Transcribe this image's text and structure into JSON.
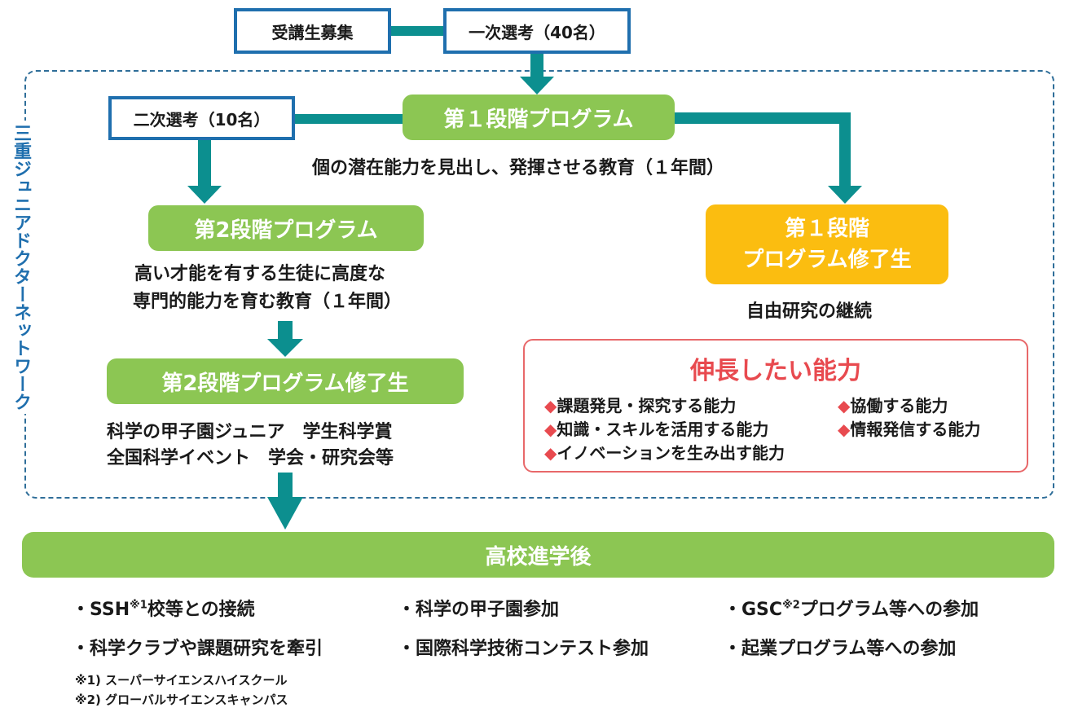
{
  "top": {
    "recruit": "受講生募集",
    "first_selection": "一次選考（40名）"
  },
  "network_label": "三重ジュニアドクターネットワーク",
  "second_selection": "二次選考（10名）",
  "stage1": {
    "title": "第１段階プログラム",
    "desc": "個の潜在能力を見出し、発揮させる教育（１年間）"
  },
  "stage2": {
    "title": "第2段階プログラム",
    "desc_line1": "高い才能を有する生徒に高度な",
    "desc_line2": "専門的能力を育む教育（１年間）"
  },
  "stage2_grad": {
    "title": "第2段階プログラム修了生",
    "line1": "科学の甲子園ジュニア　学生科学賞",
    "line2": "全国科学イベント　学会・研究会等"
  },
  "stage1_grad": {
    "line1": "第１段階",
    "line2": "プログラム修了生",
    "desc": "自由研究の継続"
  },
  "abilities": {
    "title": "伸長したい能力",
    "diamond": "◆",
    "items": [
      "課題発見・探究する能力",
      "協働する能力",
      "知識・スキルを活用する能力",
      "情報発信する能力",
      "イノベーションを生み出す能力"
    ]
  },
  "high_school": {
    "title": "高校進学後",
    "items": [
      {
        "pre": "・SSH",
        "sup": "※1",
        "post": "校等との接続"
      },
      {
        "pre": "・科学の甲子園参加",
        "sup": "",
        "post": ""
      },
      {
        "pre": "・GSC",
        "sup": "※2",
        "post": "プログラム等への参加"
      },
      {
        "pre": "・科学クラブや課題研究を牽引",
        "sup": "",
        "post": ""
      },
      {
        "pre": "・国際科学技術コンテスト参加",
        "sup": "",
        "post": ""
      },
      {
        "pre": "・起業プログラム等への参加",
        "sup": "",
        "post": ""
      }
    ]
  },
  "notes": [
    "※1) スーパーサイエンスハイスクール",
    "※2) グローバルサイエンスキャンパス"
  ],
  "colors": {
    "green": "#8cc653",
    "yellow": "#fbbd10",
    "teal": "#0c8f8f",
    "blue": "#1f6fae",
    "red": "#e84a4f"
  }
}
